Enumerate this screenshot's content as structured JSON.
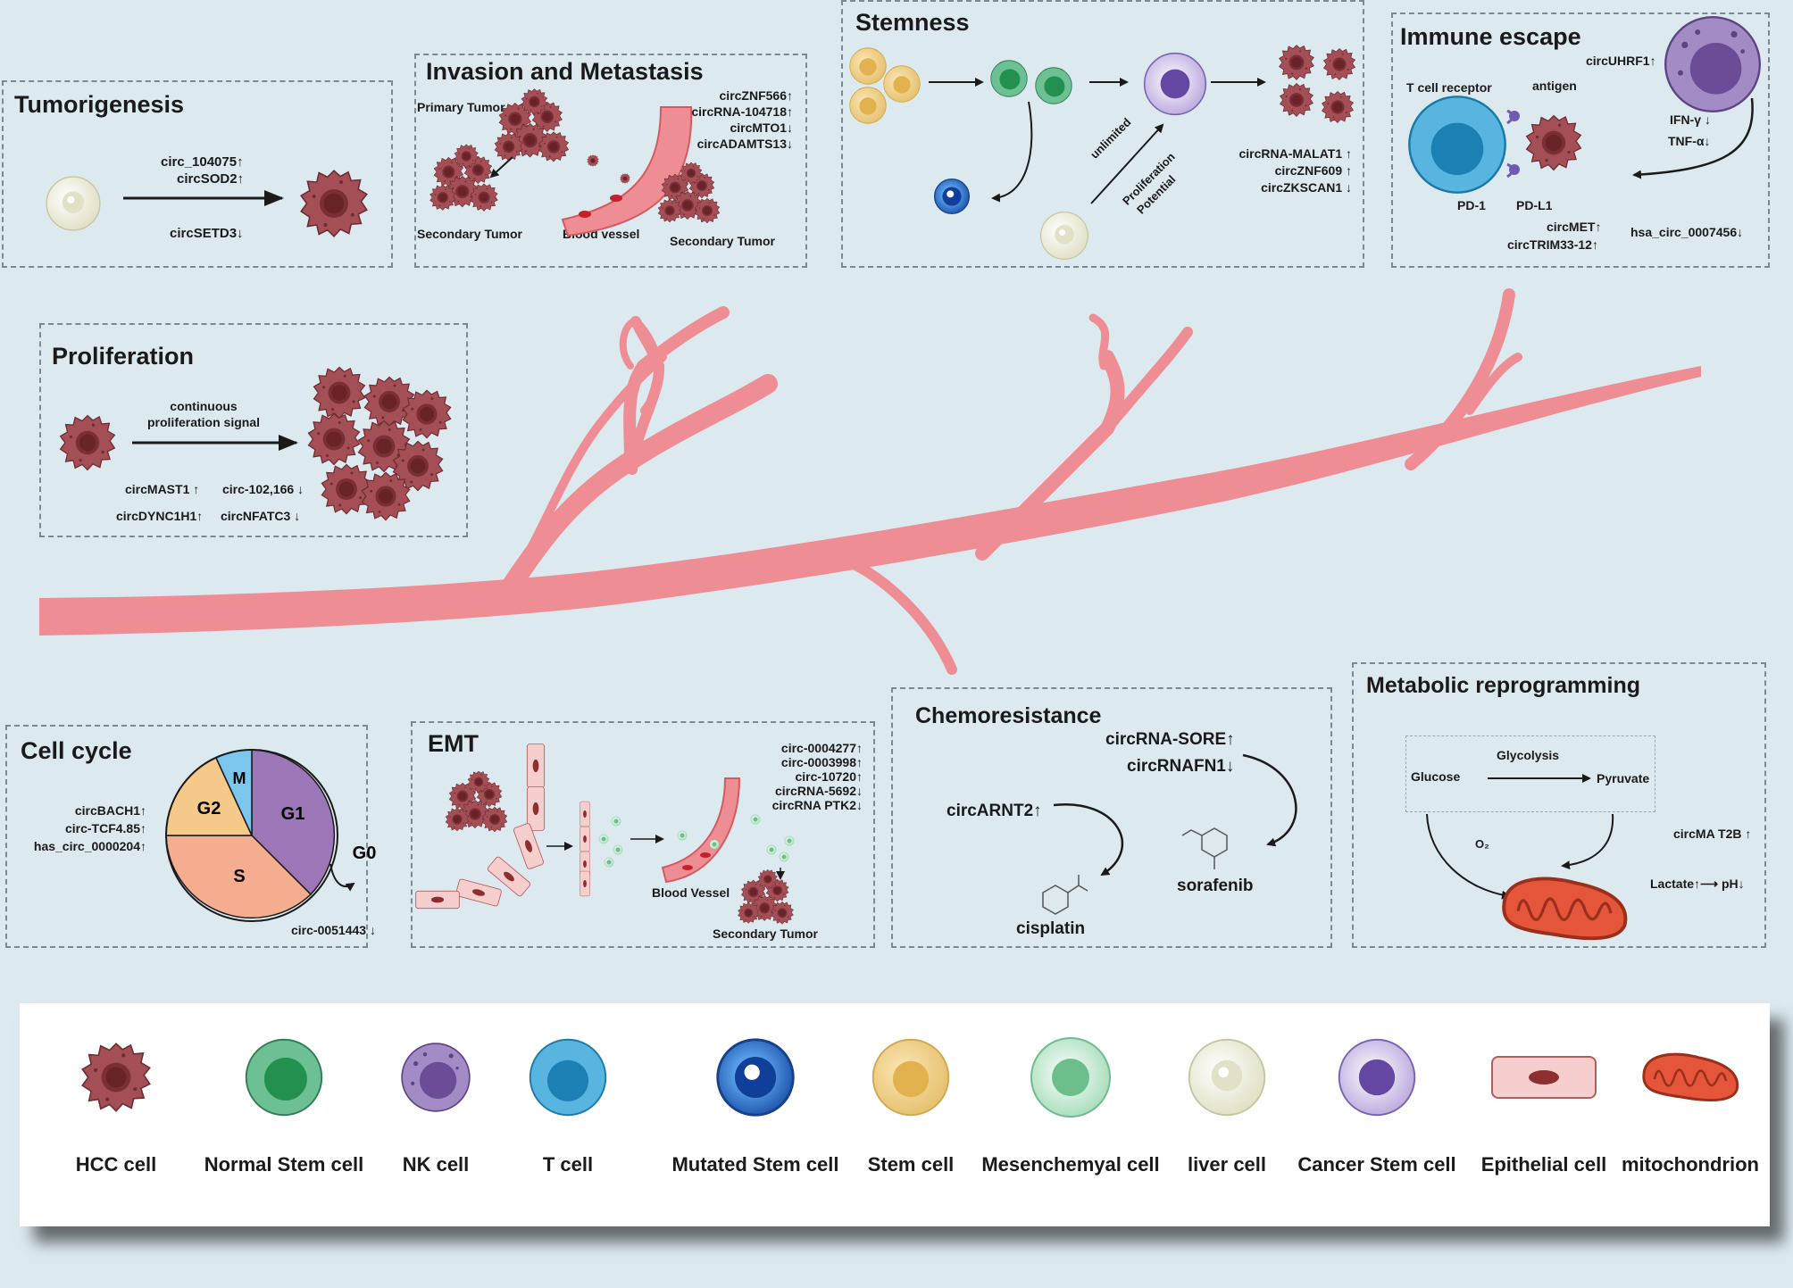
{
  "panels": {
    "tumorigenesis": {
      "title": "Tumorigenesis",
      "up_labels": [
        "circ_104075",
        "circSOD2"
      ],
      "down_label": "circSETD3"
    },
    "invasion": {
      "title": "Invasion and Metastasis",
      "primary_tumor": "Primary Tumor",
      "secondary_tumor_left": "Secondary Tumor",
      "blood_vessel": "Blood vessel",
      "secondary_tumor_right": "Secondary Tumor",
      "circ_labels": [
        "circZNF566",
        "circRNA-104718",
        "circMTO1",
        "circADAMTS13"
      ]
    },
    "stemness": {
      "title": "Stemness",
      "unlimited": "unlimited",
      "proliferation": "Proliferation",
      "potential": "Potential",
      "circ_labels": [
        "circRNA-MALAT1",
        "circZNF609",
        "circZKSCAN1"
      ]
    },
    "immune": {
      "title": "Immune escape",
      "t_cell_receptor": "T cell receptor",
      "antigen": "antigen",
      "circ_uhrf1": "circUHRF1",
      "ifn": "IFN-γ",
      "tnf": "TNF-α",
      "pd1": "PD-1",
      "pdl1": "PD-L1",
      "circ_met": "circMET",
      "circ_trim": "circTRIM33-12",
      "hsa_circ": "hsa_circ_0007456"
    },
    "proliferation": {
      "title": "Proliferation",
      "signal_line1": "continuous",
      "signal_line2": "proliferation signal",
      "circ_mast1": "circMAST1",
      "circ_102166": "circ-102,166",
      "circ_dync1h1": "circDYNC1H1",
      "circ_nfatc3": "circNFATC3"
    },
    "cell_cycle": {
      "title": "Cell cycle",
      "phases": {
        "g1": "G1",
        "g2": "G2",
        "m": "M",
        "s": "S",
        "g0": "G0"
      },
      "circ_labels": [
        "circBACH1",
        "circ-TCF4.85",
        "has_circ_0000204"
      ],
      "circ_bottom": "circ-0051443"
    },
    "emt": {
      "title": "EMT",
      "circ_labels": [
        "circ-0004277",
        "circ-0003998",
        "circ-10720",
        "circRNA-5692",
        "circRNA PTK2"
      ],
      "blood_vessel": "Blood Vessel",
      "secondary_tumor": "Secondary Tumor"
    },
    "chemoresistance": {
      "title": "Chemoresistance",
      "circ_sore": "circRNA-SORE",
      "circ_afn1": "circRNAFN1",
      "circ_arnt2": "circARNT2",
      "sorafenib": "sorafenib",
      "cisplatin": "cisplatin"
    },
    "metabolic": {
      "title": "Metabolic reprogramming",
      "glycolysis": "Glycolysis",
      "glucose": "Glucose",
      "pyruvate": "Pyruvate",
      "o2": "O₂",
      "circ_mat2b": "circMA T2B",
      "lactate": "Lactate",
      "ph": "pH"
    }
  },
  "legend": [
    {
      "label": "HCC cell",
      "icon": "hcc-cell-icon"
    },
    {
      "label": "Normal Stem cell",
      "icon": "normal-stem-cell-icon"
    },
    {
      "label": "NK cell",
      "icon": "nk-cell-icon"
    },
    {
      "label": "T cell",
      "icon": "t-cell-icon"
    },
    {
      "label": "Mutated Stem cell",
      "icon": "mutated-stem-cell-icon"
    },
    {
      "label": "Stem cell",
      "icon": "stem-cell-icon"
    },
    {
      "label": "Mesenchemyal cell",
      "icon": "mesenchymal-cell-icon"
    },
    {
      "label": "liver cell",
      "icon": "liver-cell-icon"
    },
    {
      "label": "Cancer Stem cell",
      "icon": "cancer-stem-cell-icon"
    },
    {
      "label": "Epithelial cell",
      "icon": "epithelial-cell-icon"
    },
    {
      "label": "mitochondrion",
      "icon": "mitochondrion-icon"
    }
  ],
  "colors": {
    "background": "#dceaf0",
    "vessel_tree": "#ee8e94",
    "hcc": "#a34f55",
    "normal_stem": "#2e9c5a",
    "nk": "#7e5aa3",
    "t_cell": "#2f95c8",
    "mutated_stem": "#2059b8",
    "stem": "#e9c46a",
    "mesenchymal": "#8fd1a8",
    "liver": "#ecebd8",
    "cancer_stem": "#6e50a8",
    "epithelial": "#f6c7c7",
    "mitochondrion": "#e4553a",
    "phase_g1": "#9d76b8",
    "phase_s": "#f4ad8e",
    "phase_g2": "#f5c98a",
    "phase_m": "#7cc6ec"
  }
}
